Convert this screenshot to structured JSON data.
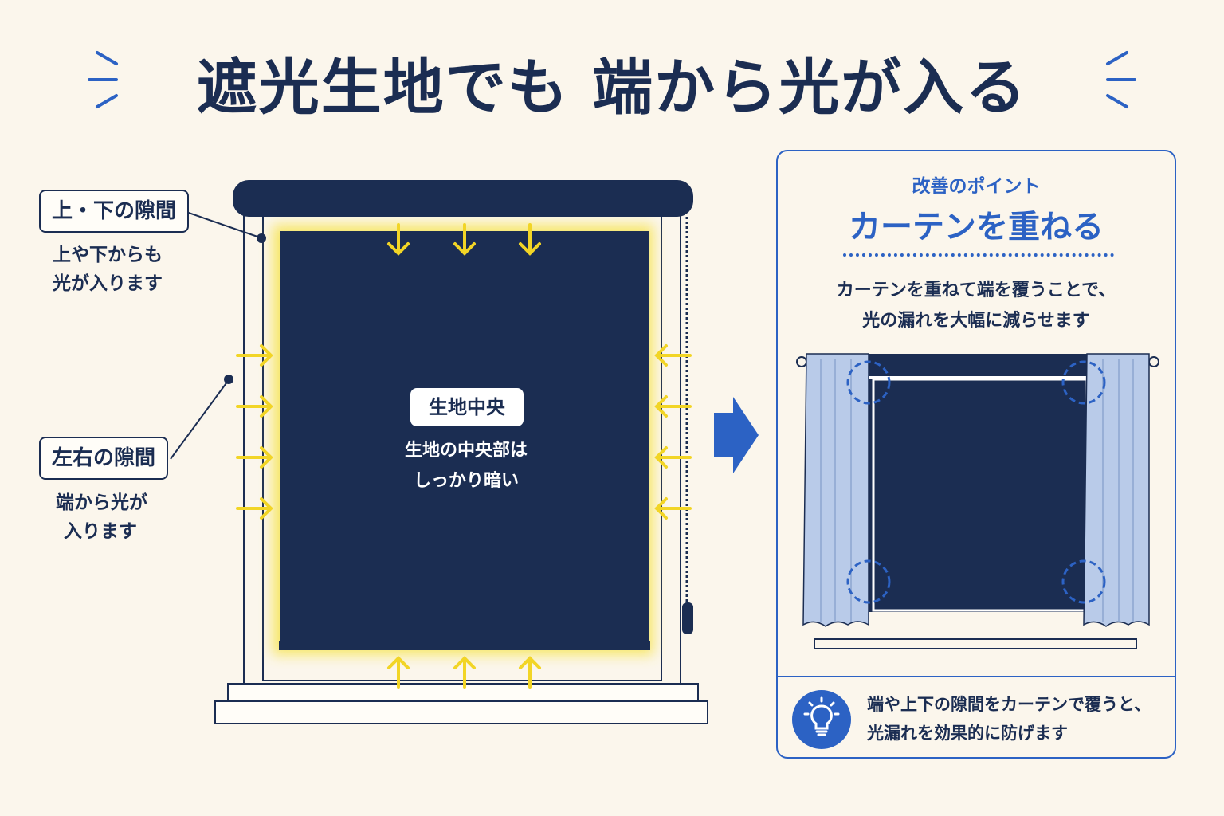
{
  "title": "遮光生地でも 端から光が入る",
  "colors": {
    "navy": "#1b2d52",
    "accent_blue": "#2c62c4",
    "light_yellow": "#f6e23c",
    "background": "#fbf6ec",
    "curtain": "#b9cbe9"
  },
  "left": {
    "top_gap": {
      "label": "上・下の隙間",
      "lines": [
        "上や下からも",
        "光が入ります"
      ]
    },
    "side_gap": {
      "label": "左右の隙間",
      "lines": [
        "端から光が",
        "入ります"
      ]
    },
    "center": {
      "label": "生地中央",
      "lines": [
        "生地の中央部は",
        "しっかり暗い"
      ]
    }
  },
  "arrow": "right-arrow-icon",
  "panel": {
    "subtitle": "改善のポイント",
    "heading": "カーテンを重ねる",
    "description": [
      "カーテンを重ねて端を覆うことで、",
      "光の漏れを大幅に減らせます"
    ],
    "tip_icon": "lightbulb-icon",
    "tip": [
      "端や上下の隙間をカーテンで覆うと、",
      "光漏れを効果的に防げます"
    ]
  }
}
